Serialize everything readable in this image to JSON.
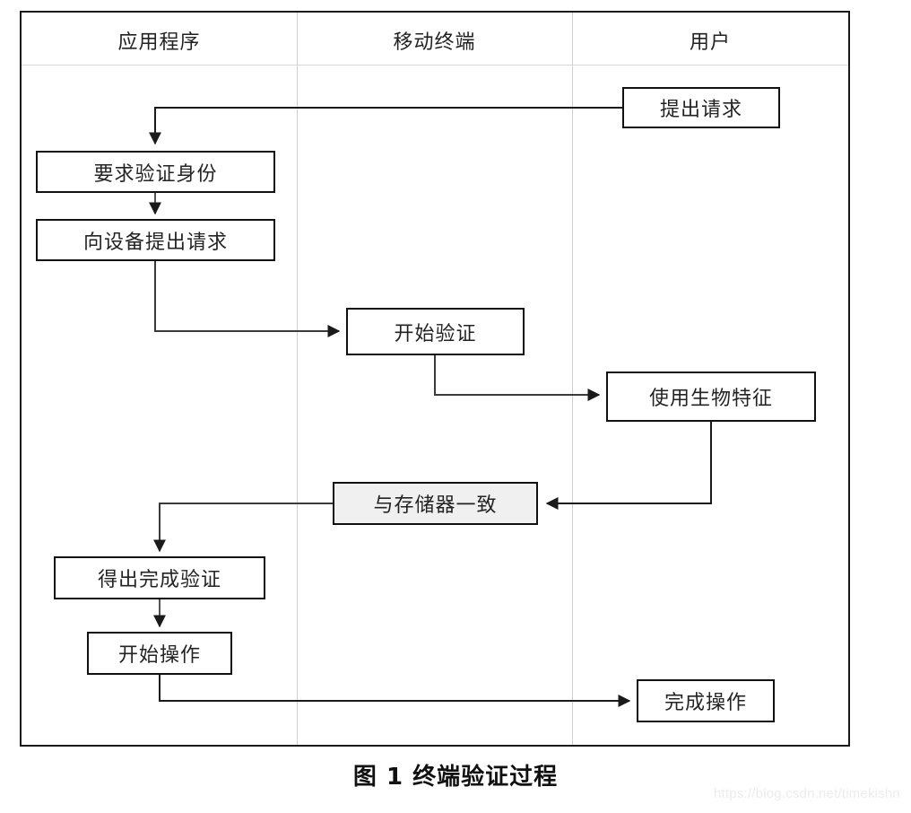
{
  "diagram": {
    "caption": "图 1 终端验证过程",
    "watermark": "https://blog.csdn.net/timekishn",
    "colors": {
      "border": "#111111",
      "lane_divider": "#d0d0d0",
      "shaded_fill": "#f0f0f0",
      "box_fill": "#ffffff",
      "text": "#232323",
      "watermark": "#ececec"
    },
    "lanes": [
      {
        "id": "app",
        "title": "应用程序"
      },
      {
        "id": "terminal",
        "title": "移动终端"
      },
      {
        "id": "user",
        "title": "用户"
      }
    ],
    "nodes": [
      {
        "id": "n1",
        "lane": "user",
        "label": "提出请求",
        "shaded": false
      },
      {
        "id": "n2",
        "lane": "app",
        "label": "要求验证身份",
        "shaded": false
      },
      {
        "id": "n3",
        "lane": "app",
        "label": "向设备提出请求",
        "shaded": false
      },
      {
        "id": "n4",
        "lane": "terminal",
        "label": "开始验证",
        "shaded": false
      },
      {
        "id": "n5",
        "lane": "user",
        "label": "使用生物特征",
        "shaded": false
      },
      {
        "id": "n6",
        "lane": "terminal",
        "label": "与存储器一致",
        "shaded": true
      },
      {
        "id": "n7",
        "lane": "app",
        "label": "得出完成验证",
        "shaded": false
      },
      {
        "id": "n8",
        "lane": "app",
        "label": "开始操作",
        "shaded": false
      },
      {
        "id": "n9",
        "lane": "user",
        "label": "完成操作",
        "shaded": false
      }
    ],
    "edges": [
      {
        "from": "n1",
        "to": "n2"
      },
      {
        "from": "n2",
        "to": "n3"
      },
      {
        "from": "n3",
        "to": "n4"
      },
      {
        "from": "n4",
        "to": "n5"
      },
      {
        "from": "n5",
        "to": "n6"
      },
      {
        "from": "n6",
        "to": "n7"
      },
      {
        "from": "n7",
        "to": "n8"
      },
      {
        "from": "n8",
        "to": "n9"
      }
    ]
  }
}
